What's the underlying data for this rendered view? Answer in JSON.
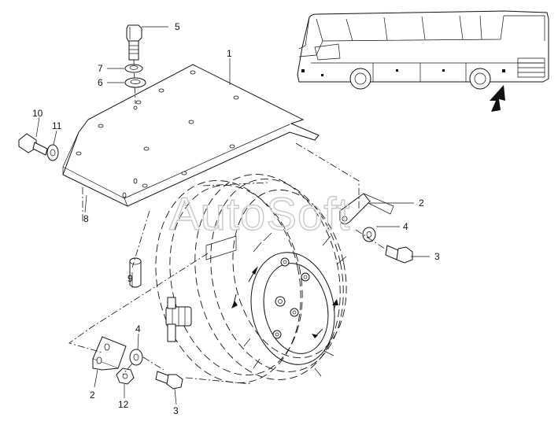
{
  "watermark": "AutoSoft",
  "colors": {
    "line": "#111111",
    "background": "#ffffff",
    "watermark": "#c8c8c8"
  },
  "callouts": [
    {
      "id": "callout-5",
      "label": "5"
    },
    {
      "id": "callout-7",
      "label": "7"
    },
    {
      "id": "callout-6",
      "label": "6"
    },
    {
      "id": "callout-1",
      "label": "1"
    },
    {
      "id": "callout-10",
      "label": "10"
    },
    {
      "id": "callout-11",
      "label": "11"
    },
    {
      "id": "callout-8",
      "label": "8"
    },
    {
      "id": "callout-2a",
      "label": "2"
    },
    {
      "id": "callout-4a",
      "label": "4"
    },
    {
      "id": "callout-3a",
      "label": "3"
    },
    {
      "id": "callout-9",
      "label": "9"
    },
    {
      "id": "callout-4b",
      "label": "4"
    },
    {
      "id": "callout-2b",
      "label": "2"
    },
    {
      "id": "callout-12",
      "label": "12"
    },
    {
      "id": "callout-3b",
      "label": "3"
    }
  ]
}
